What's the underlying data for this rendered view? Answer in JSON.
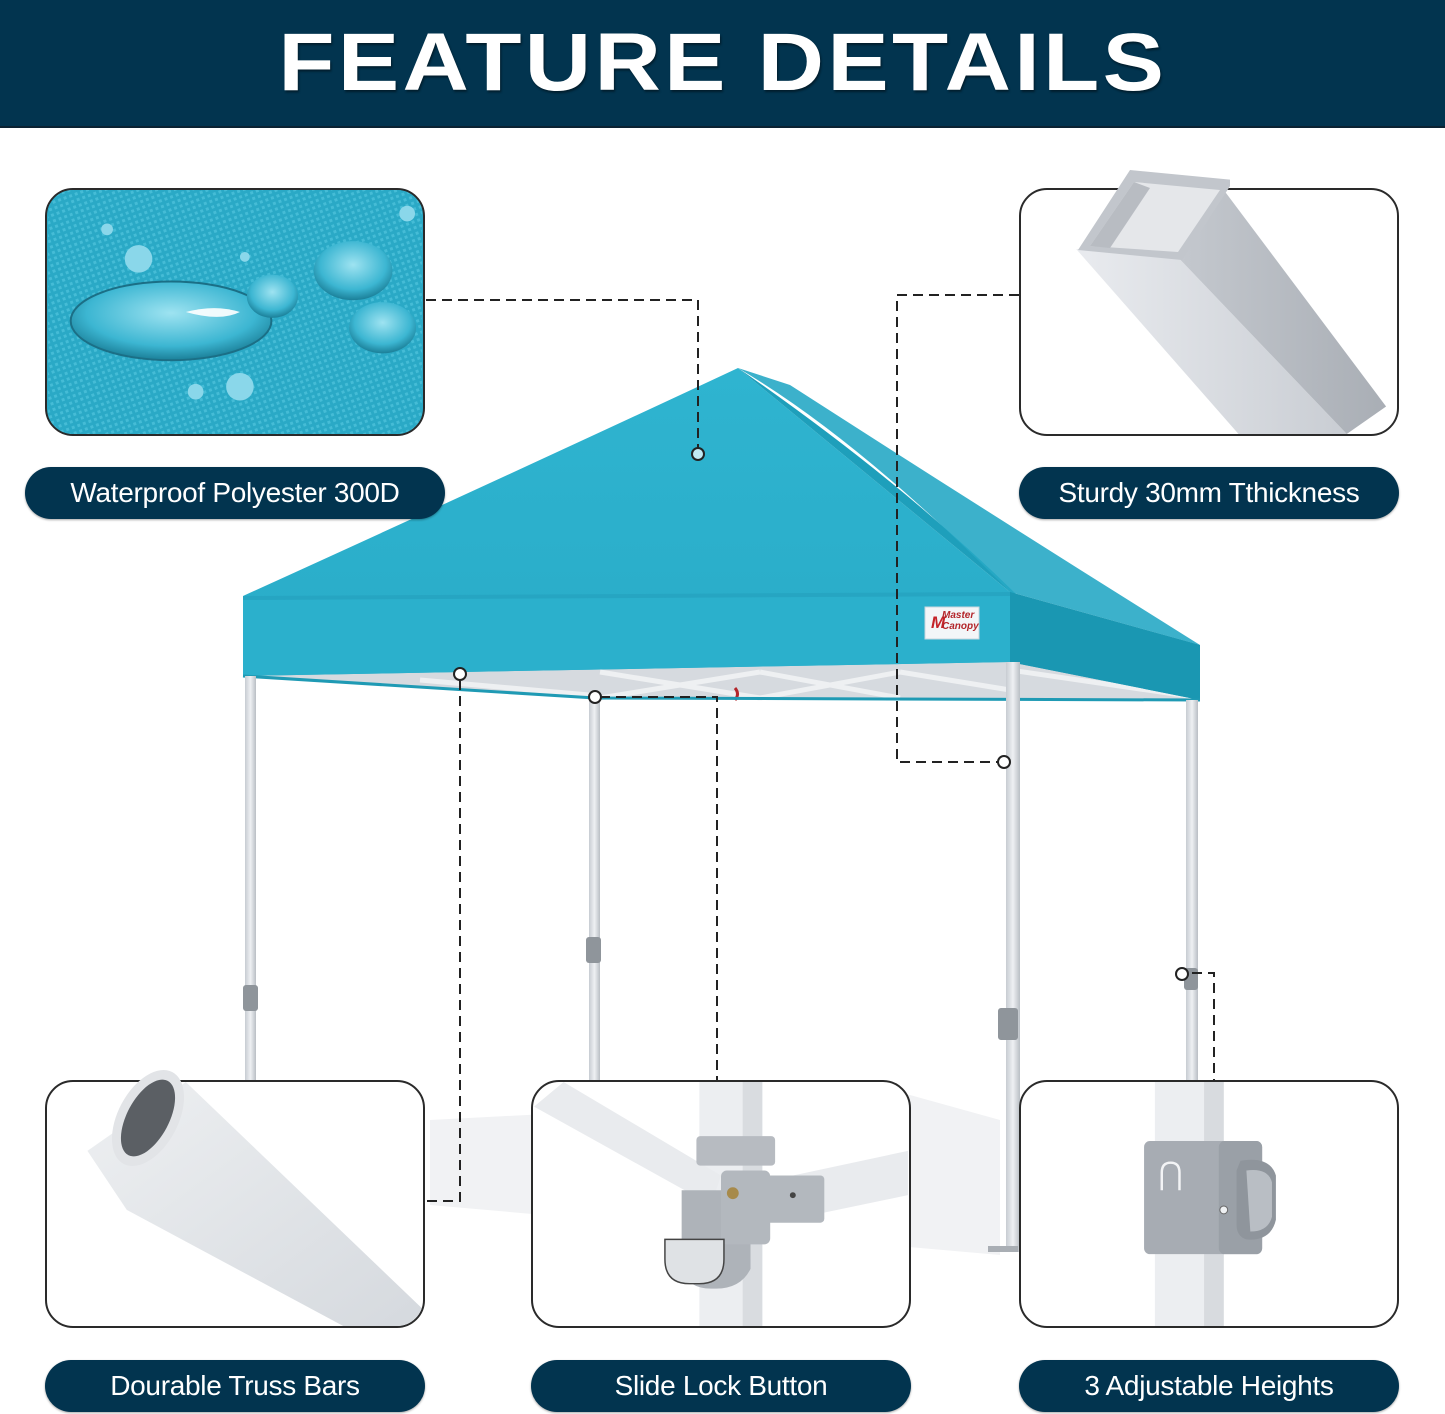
{
  "header": {
    "title": "FEATURE DETAILS",
    "background": "#02344f"
  },
  "colors": {
    "canopy": "#2ab0cc",
    "canopy_dark": "#1f9ab4",
    "pill_bg": "#02344f",
    "frame": "#d9dde2"
  },
  "brand_label": {
    "line1": "Master",
    "line2": "Canopy"
  },
  "features": [
    {
      "id": "fabric",
      "label": "Waterproof Polyester 300D",
      "image": "water-droplets-on-fabric"
    },
    {
      "id": "leg",
      "label": "Sturdy 30mm Tthickness",
      "image": "square-steel-tube"
    },
    {
      "id": "truss",
      "label": "Dourable Truss Bars",
      "image": "oval-truss-tube"
    },
    {
      "id": "slide-lock",
      "label": "Slide Lock Button",
      "image": "slide-lock-bracket"
    },
    {
      "id": "heights",
      "label": "3 Adjustable Heights",
      "image": "height-adjust-button"
    }
  ]
}
